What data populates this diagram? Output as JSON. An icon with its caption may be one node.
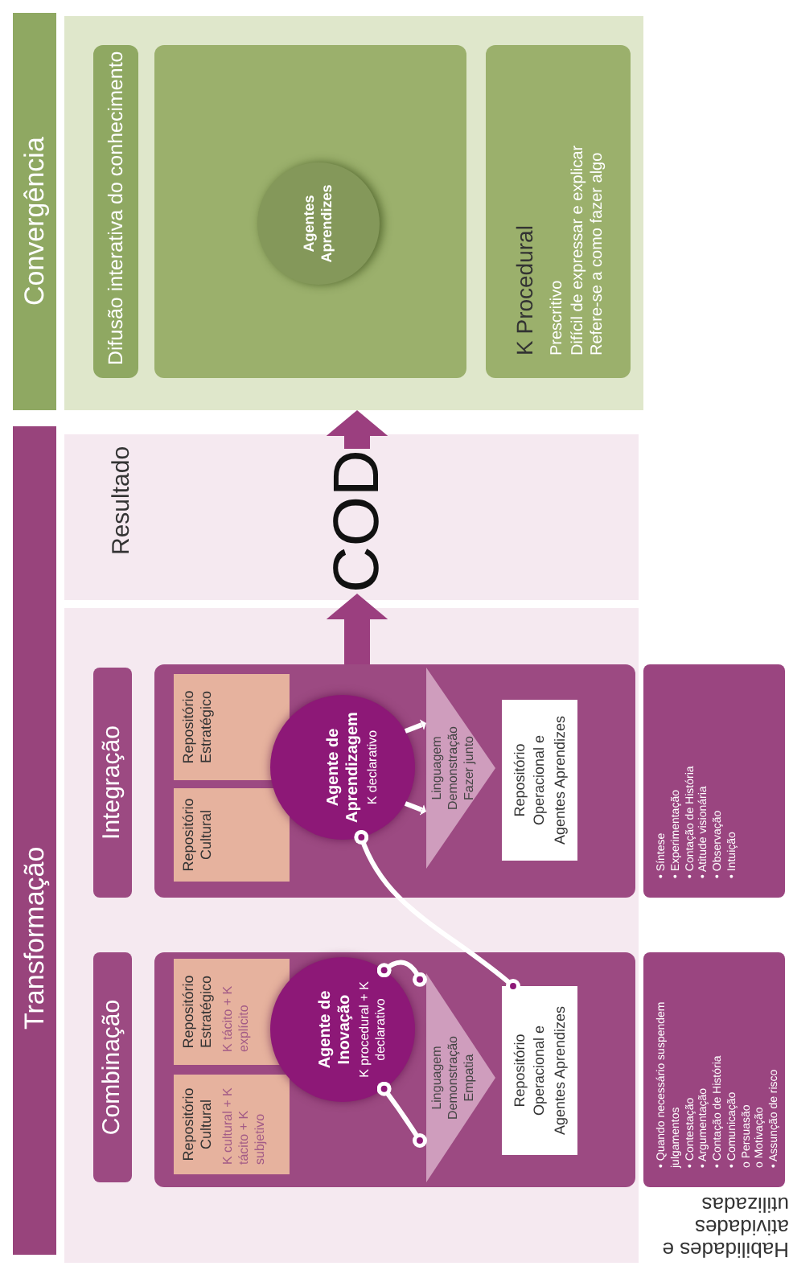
{
  "diagram": {
    "nodes": [
      {
        "text": [
          "Transformação"
        ]
      },
      {
        "text": [
          "Convergência"
        ]
      },
      {
        "text": [
          "Resultado"
        ]
      },
      {
        "text": [
          "COD"
        ],
        "in": 2
      },
      {
        "text": [
          "Combinação"
        ]
      },
      {
        "text": [
          "Integração"
        ]
      },
      {
        "text": [],
        "shape": "box"
      },
      {
        "text": [
          "Repositório Cultural",
          "K cultural + K tácito + K subjetivo"
        ],
        "in": 6
      },
      {
        "text": [
          "Repositório Estratégico",
          "K tácito + K explícito"
        ],
        "in": 6
      },
      {
        "text": [
          "Agente de Inovação",
          "K procedural + K declarativo"
        ],
        "in": 6
      },
      {
        "text": [
          "Linguagem Demonstração Empatia"
        ],
        "in": 6
      },
      {
        "text": [
          "Repositório Operacional e Agentes Aprendizes"
        ],
        "in": 6
      },
      {
        "text": [],
        "shape": "box"
      },
      {
        "text": [
          "Repositório Cultural"
        ],
        "in": 12
      },
      {
        "text": [
          "Repositório Estratégico"
        ],
        "in": 12
      },
      {
        "text": [
          "Agente de Aprendizagem",
          "K declarativo"
        ],
        "in": 12
      },
      {
        "text": [
          "Linguagem Demonstração Fazer junto"
        ],
        "in": 12
      },
      {
        "text": [
          "Repositório Operacional e Agentes Aprendizes"
        ],
        "in": 12
      },
      {
        "text": [
          "• Quando necessário suspendem julgamentos",
          "• Contestação",
          "• Argumentação",
          "• Contação de História",
          "• Comunicação",
          "o Persuasão",
          "o Motivação",
          "• Assunção de risco"
        ],
        "beside": [
          "Habilidades e atividades utilizadas"
        ]
      },
      {
        "text": [
          "• Síntese",
          "• Experimentação",
          "• Contação de História",
          "• Atitude visionária",
          "• Observação",
          "• Intuição"
        ]
      },
      {
        "text": [],
        "shape": "box"
      },
      {
        "text": [
          "Difusão interativa do conhecimento"
        ],
        "in": 20
      },
      {
        "text": [],
        "shape": "box",
        "in": 20
      },
      {
        "text": [
          "Agentes Aprendizes"
        ],
        "in": 22
      },
      {
        "text": [
          "K Procedural",
          "Prescritivo",
          "Difícil de expressar e explicar",
          "Refere-se a como fazer algo"
        ],
        "in": 20
      }
    ],
    "edges": [
      {
        "from": 12,
        "to": 3,
        "arrow": "to",
        "style": "thick",
        "color": "#9b3f7f"
      },
      {
        "from": 3,
        "to": 20,
        "arrow": "to",
        "style": "thick",
        "color": "#9b3f7f"
      },
      {
        "from": 15,
        "to": 11,
        "arrow": "other"
      },
      {
        "from": 9,
        "to": 10,
        "arrow": "other"
      },
      {
        "from": 9,
        "to": 10,
        "arrow": "other"
      },
      {
        "from": 15,
        "to": 16,
        "arrow": "to"
      },
      {
        "from": 15,
        "to": 16,
        "arrow": "to"
      }
    ]
  }
}
